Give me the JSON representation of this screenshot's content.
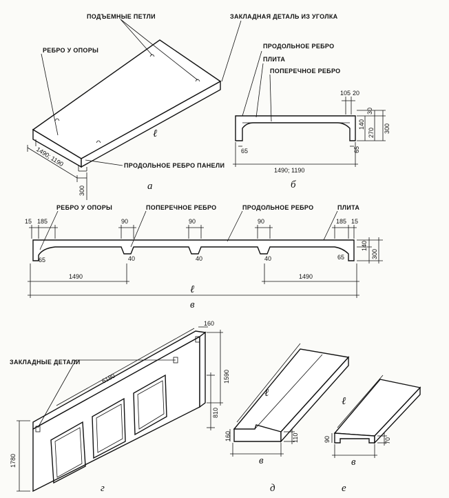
{
  "labels": {
    "lifting_loops": "ПОДЪЕМНЫЕ ПЕТЛИ",
    "embedded_angle": "ЗАКЛАДНАЯ ДЕТАЛЬ ИЗ УГОЛКА",
    "rib_at_support": "РЕБРО У ОПОРЫ",
    "longitudinal_rib": "ПРОДОЛЬНОЕ РЕБРО",
    "slab": "ПЛИТА",
    "transverse_rib": "ПОПЕРЕЧНОЕ РЕБРО",
    "longitudinal_rib_panel": "ПРОДОЛЬНОЕ РЕБРО ПАНЕЛИ",
    "embedded_parts": "ЗАКЛАДНЫЕ  ДЕТАЛИ"
  },
  "figure_letters": {
    "a": "а",
    "b": "б",
    "v": "в",
    "g": "г",
    "d": "д",
    "e": "е"
  },
  "dims": {
    "width": "1490; 1190",
    "height_300": "300",
    "d105": "105",
    "d20": "20",
    "d30": "30",
    "d140": "140",
    "d270": "270",
    "d65": "65",
    "d15": "15",
    "d185": "185",
    "d90": "90",
    "d40": "40",
    "d1490": "1490",
    "span_l": "ℓ",
    "d160": "160",
    "d6180": "6180",
    "d1590": "1590",
    "d810": "810",
    "d1780": "1780",
    "d110": "110",
    "d70": "70",
    "b": "в"
  }
}
